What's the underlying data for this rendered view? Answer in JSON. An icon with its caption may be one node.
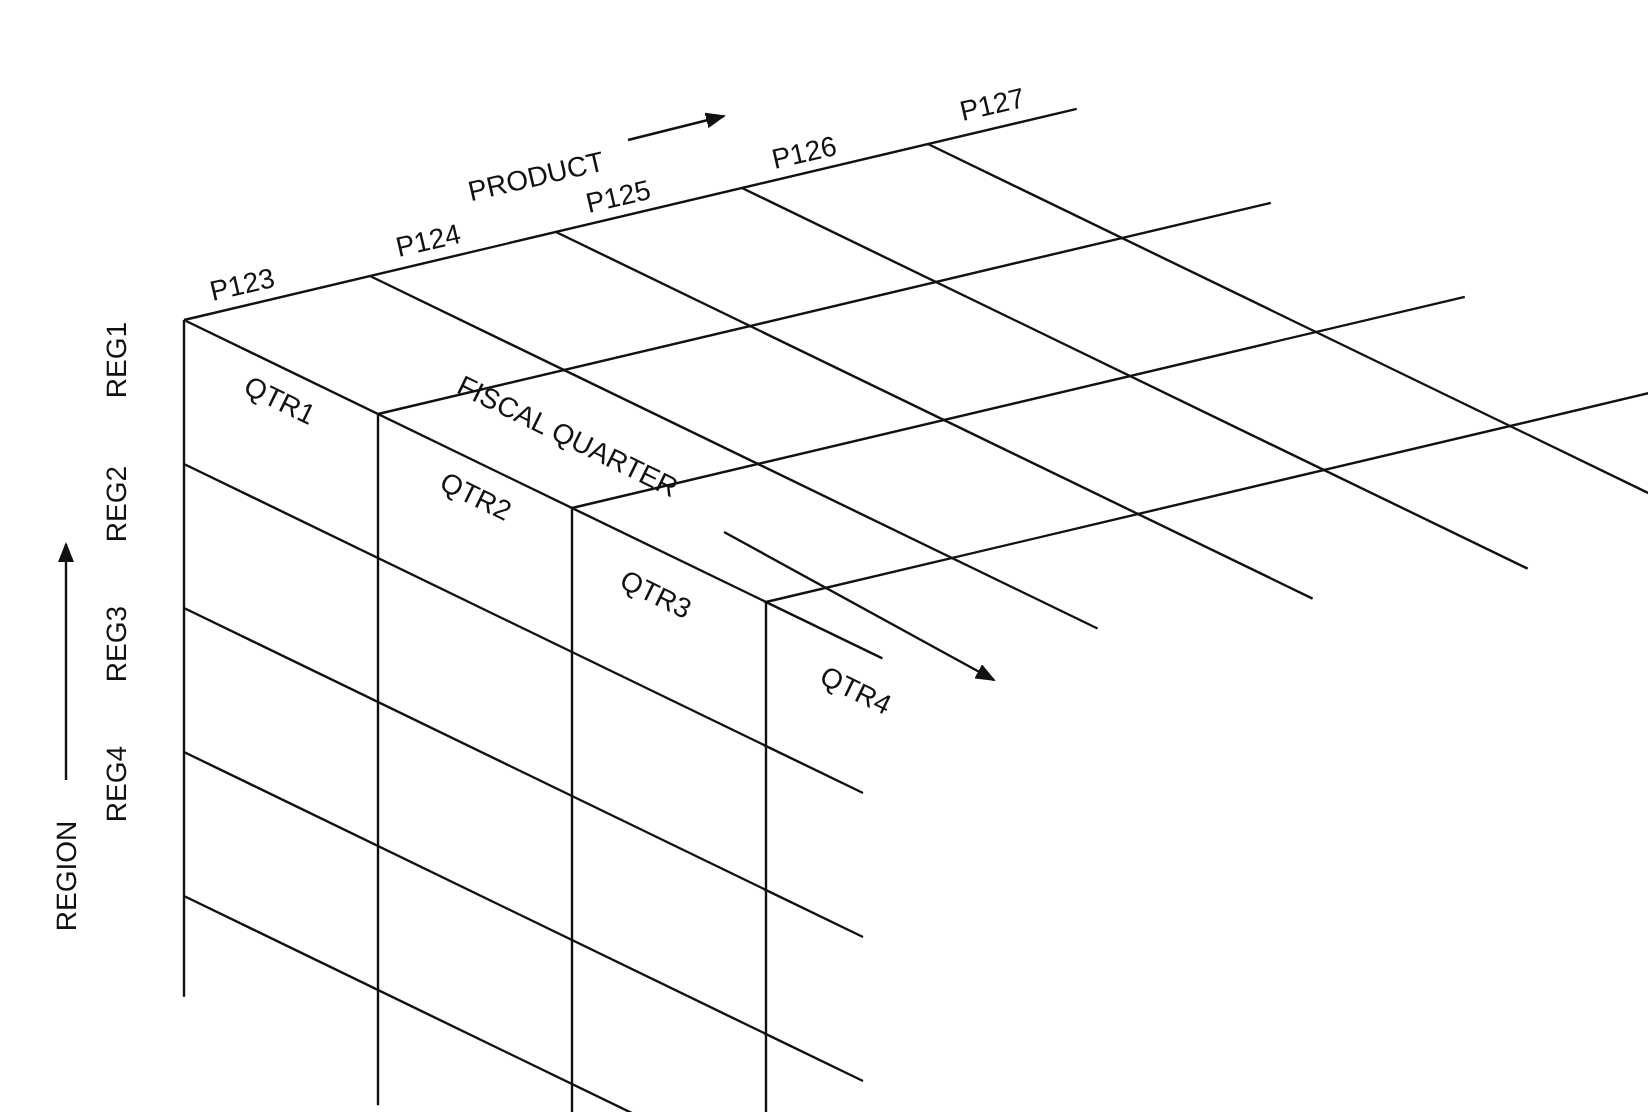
{
  "diagram": {
    "labels": [
      "PRODUCT",
      "P127",
      "P126",
      "P125",
      "P124",
      "P123",
      "REG1",
      "QTR1",
      "FISCAL QUARTER",
      "REG2",
      "QTR2",
      "QTR3",
      "REG3",
      "QTR4",
      "REGION",
      "REG4"
    ]
  }
}
